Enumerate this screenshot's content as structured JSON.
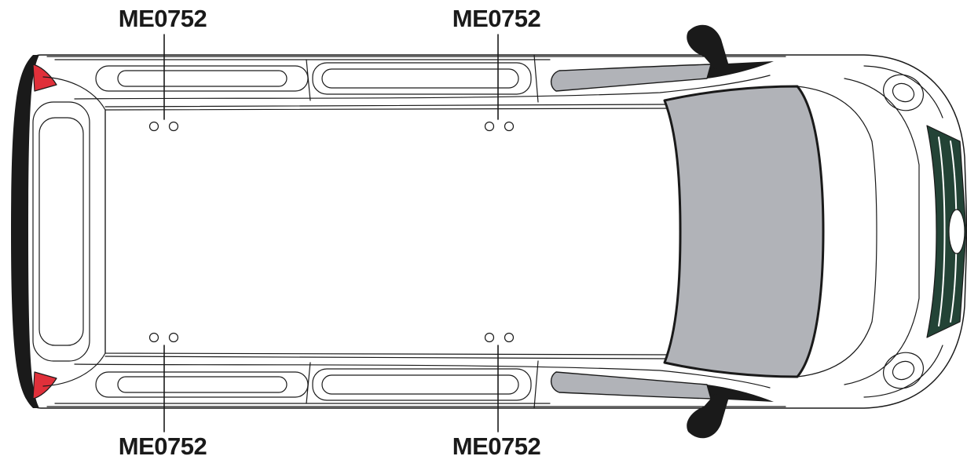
{
  "callouts": {
    "top_left": "ME0752",
    "top_right": "ME0752",
    "bottom_left": "ME0752",
    "bottom_right": "ME0752"
  },
  "colors": {
    "glass": "#b1b3b8",
    "grille": "#234336",
    "tail_light": "#e0303a",
    "outline": "#1a1a1a",
    "body": "#ffffff"
  }
}
